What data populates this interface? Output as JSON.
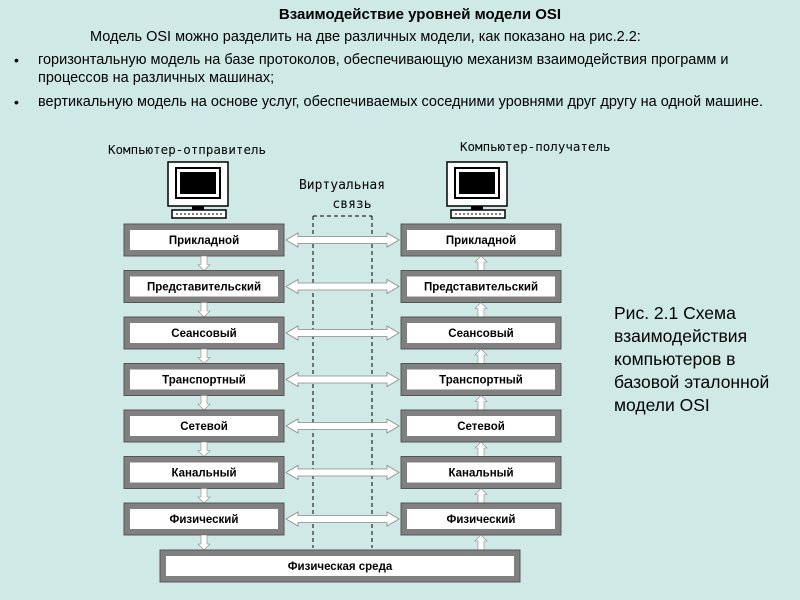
{
  "heading": "Взаимодействие уровней модели OSI",
  "intro": "Модель OSI можно разделить на две различных модели, как показано на рис.2.2:",
  "bullets": [
    {
      "marker": "•",
      "text": "горизонтальную модель на базе протоколов, обеспечивающую механизм взаимодействия программ и процессов на различных машинах;"
    },
    {
      "marker": "•",
      "text": "вертикальную модель на основе услуг, обеспечиваемых соседними уровнями друг другу на одной машине."
    }
  ],
  "caption": "Рис. 2.1 Схема взаимодействия компьютеров в базовой эталонной модели OSI",
  "diagram": {
    "sender_label": "Компьютер-отправитель",
    "receiver_label": "Компьютер-получатель",
    "virtual_label_line1": "Виртуальная",
    "virtual_label_line2": "связь",
    "layers": [
      "Прикладной",
      "Представительский",
      "Сеансовый",
      "Транспортный",
      "Сетевой",
      "Канальный",
      "Физический"
    ],
    "medium": "Физическая среда",
    "colors": {
      "box_fill": "#808080",
      "box_inner": "#ffffff",
      "arrow": "#ffffff",
      "background": "#cfeae6"
    }
  }
}
